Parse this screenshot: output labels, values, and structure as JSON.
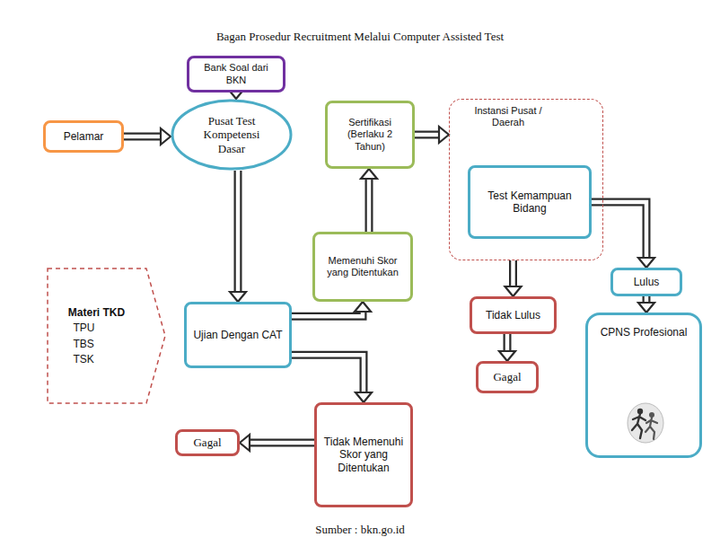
{
  "diagram": {
    "title": "Bagan Prosedur Recruitment Melalui Computer Assisted Test",
    "caption": "Sumber : bkn.go.id",
    "nodes": [
      {
        "text": [
          "Bank Soal dari BKN"
        ]
      },
      {
        "text": [
          "Pelamar"
        ]
      },
      {
        "text": [
          "Pusat Test Kompetensi Dasar"
        ]
      },
      {
        "text": [
          "Materi TKD",
          "TPU",
          "TBS",
          "TSK"
        ]
      },
      {
        "text": [
          "Ujian Dengan CAT"
        ]
      },
      {
        "text": [
          "Memenuhi Skor yang Ditentukan"
        ]
      },
      {
        "text": [
          "Sertifikasi (Berlaku 2 Tahun)"
        ]
      },
      {
        "text": [
          "Tidak Memenuhi Skor yang Ditentukan"
        ]
      },
      {
        "text": [
          "Gagal"
        ]
      },
      {
        "text": [
          "Instansi Pusat / Daerah"
        ]
      },
      {
        "text": [
          "Test Kemampuan Bidang"
        ],
        "in": 9
      },
      {
        "text": [
          "Tidak Lulus"
        ]
      },
      {
        "text": [
          "Gagal"
        ]
      },
      {
        "text": [
          "Lulus"
        ]
      },
      {
        "text": [
          "CPNS Profesional"
        ]
      }
    ],
    "edges": [
      {
        "from": 0,
        "to": 2,
        "arrow": "to"
      },
      {
        "from": 1,
        "to": 2,
        "arrow": "to"
      },
      {
        "from": 2,
        "to": 4,
        "arrow": "to"
      },
      {
        "from": 4,
        "to": 5,
        "arrow": "to"
      },
      {
        "from": 5,
        "to": 6,
        "arrow": "to"
      },
      {
        "from": 6,
        "to": 9,
        "arrow": "to"
      },
      {
        "from": 4,
        "to": 7,
        "arrow": "to"
      },
      {
        "from": 7,
        "to": 8,
        "arrow": "to"
      },
      {
        "from": 9,
        "to": 11,
        "arrow": "to"
      },
      {
        "from": 10,
        "to": 13,
        "arrow": "to"
      },
      {
        "from": 11,
        "to": 12,
        "arrow": "to"
      },
      {
        "from": 13,
        "to": 14,
        "arrow": "to"
      }
    ]
  }
}
